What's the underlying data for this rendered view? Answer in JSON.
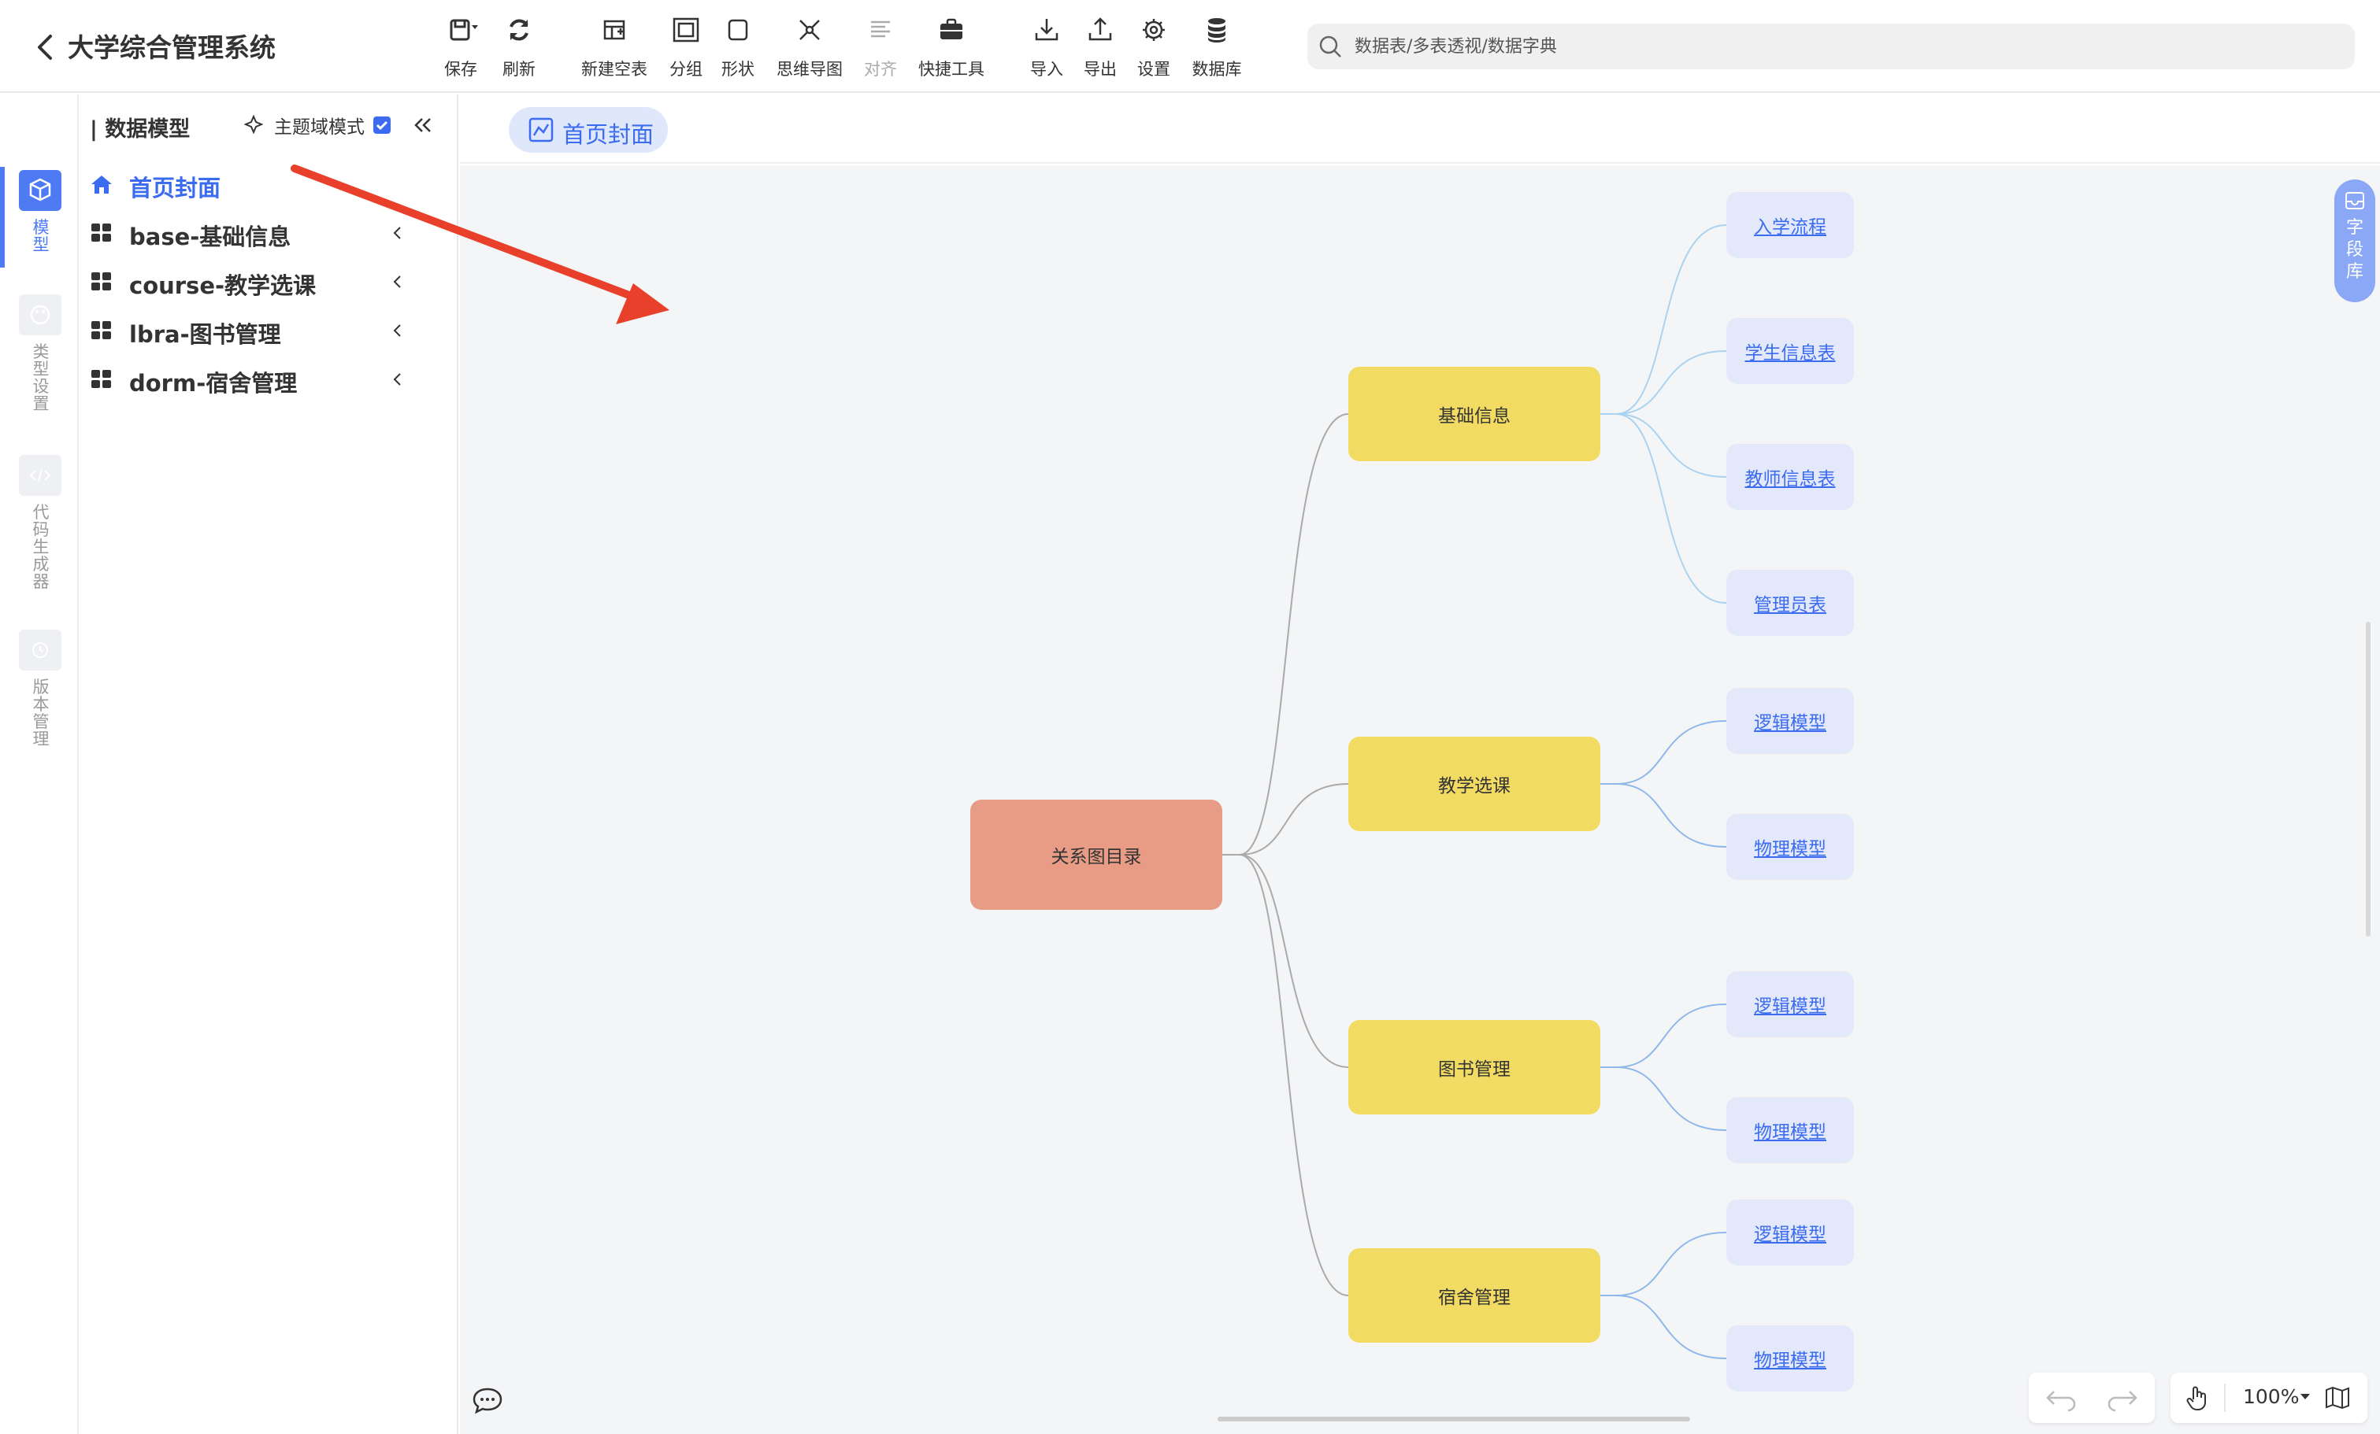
{
  "header": {
    "title": "大学综合管理系统",
    "toolbar": {
      "save": "保存",
      "refresh": "刷新",
      "new_table": "新建空表",
      "group": "分组",
      "shape": "形状",
      "mind_map": "思维导图",
      "align": "对齐",
      "quick_tools": "快捷工具",
      "import": "导入",
      "export": "导出",
      "settings": "设置",
      "database": "数据库"
    },
    "search_placeholder": "数据表/多表透视/数据字典"
  },
  "rail": {
    "model": "模型",
    "type_settings": "类型设置",
    "code_generator": "代码生成器",
    "version_management": "版本管理"
  },
  "tree": {
    "title": "数据模型",
    "domain_mode": "主题域模式",
    "items": [
      {
        "label": "首页封面",
        "active": true
      },
      {
        "label": "base-基础信息"
      },
      {
        "label": "course-教学选课"
      },
      {
        "label": "lbra-图书管理"
      },
      {
        "label": "dorm-宿舍管理"
      }
    ]
  },
  "tabs": {
    "home": "首页封面"
  },
  "mindmap": {
    "root": "关系图目录",
    "groups": [
      {
        "label": "基础信息",
        "children": [
          "入学流程",
          "学生信息表",
          "教师信息表",
          "管理员表"
        ]
      },
      {
        "label": "教学选课",
        "children": [
          "逻辑模型",
          "物理模型"
        ]
      },
      {
        "label": "图书管理",
        "children": [
          "逻辑模型",
          "物理模型"
        ]
      },
      {
        "label": "宿舍管理",
        "children": [
          "逻辑模型",
          "物理模型"
        ]
      }
    ]
  },
  "field_library": "字段库",
  "zoom": "100%",
  "colors": {
    "accent": "#3b6cf0",
    "root_node": "#e89c85",
    "group_node": "#f2db63",
    "leaf_node": "#e3e8fb",
    "arrow": "#e8402a"
  }
}
